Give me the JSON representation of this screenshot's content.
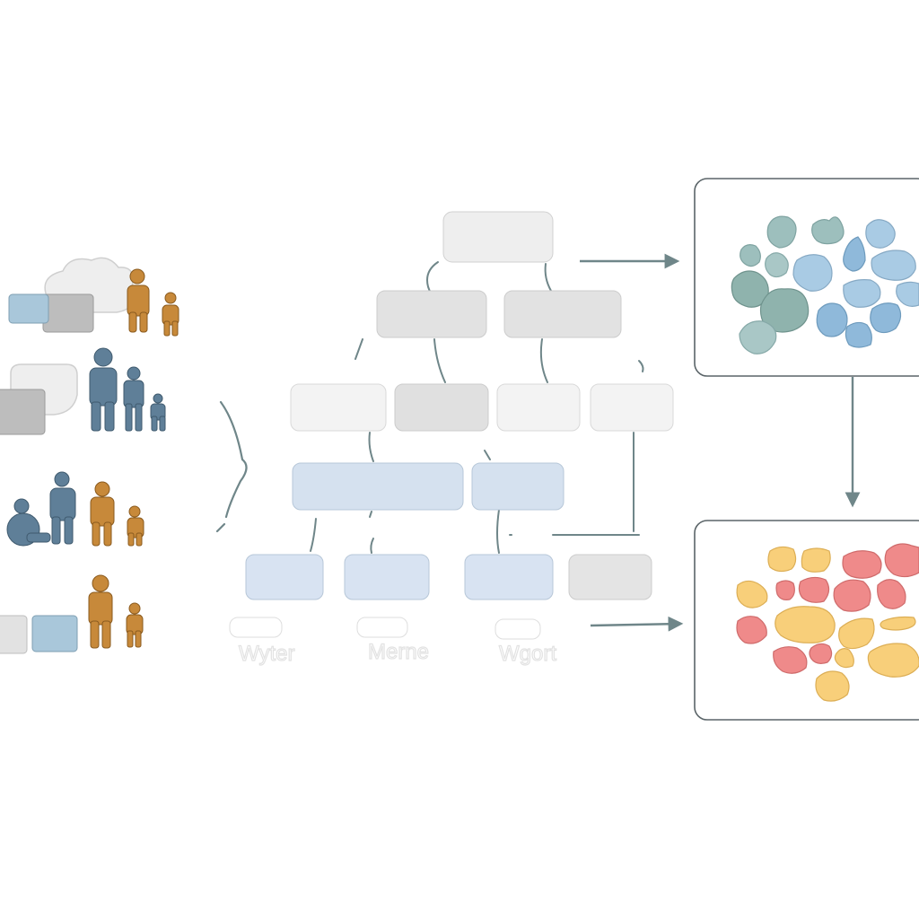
{
  "diagram": {
    "colors": {
      "line": "#5f7a7d",
      "tree_gray": "#e4e4e4",
      "tree_light": "#f3f3f3",
      "tree_blue": "#d5e1ef",
      "figure_blue": "#5f7f98",
      "figure_orange": "#c7893a",
      "cluster_teal": "#9dbfbd",
      "cluster_blue": "#8fb9da",
      "cluster_yellow": "#f8cf7a",
      "cluster_red": "#ef8a8a"
    },
    "leaf_labels": [
      "Wyter",
      "Merne",
      "Wgort"
    ],
    "input_groups": [
      {
        "figures": [
          "orange",
          "orange"
        ],
        "boxes": [
          "blue",
          "gray"
        ],
        "cloud": true
      },
      {
        "figures": [
          "blue",
          "blue",
          "blue"
        ],
        "boxes": [
          "gray"
        ],
        "cloud": true
      },
      {
        "figures": [
          "blue",
          "blue",
          "orange",
          "orange"
        ],
        "boxes": [],
        "cloud": false
      },
      {
        "figures": [
          "orange",
          "orange"
        ],
        "boxes": [
          "gray",
          "blue"
        ],
        "cloud": false
      }
    ],
    "output_panels": [
      {
        "name": "cool-cluster-panel",
        "palette": [
          "teal",
          "blue"
        ]
      },
      {
        "name": "warm-cluster-panel",
        "palette": [
          "yellow",
          "red"
        ]
      }
    ]
  }
}
